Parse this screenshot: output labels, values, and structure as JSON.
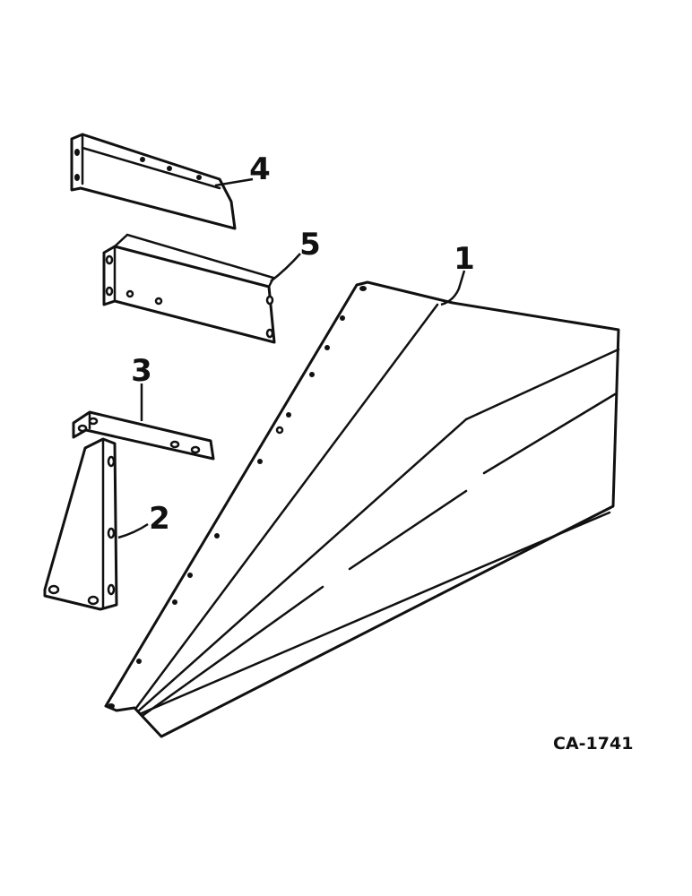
{
  "diagram": {
    "reference_code": "CA-1741",
    "callouts": [
      {
        "id": "1",
        "label": "1"
      },
      {
        "id": "2",
        "label": "2"
      },
      {
        "id": "3",
        "label": "3"
      },
      {
        "id": "4",
        "label": "4"
      },
      {
        "id": "5",
        "label": "5"
      }
    ],
    "colors": {
      "ink": "#111111",
      "paper": "#ffffff"
    }
  }
}
